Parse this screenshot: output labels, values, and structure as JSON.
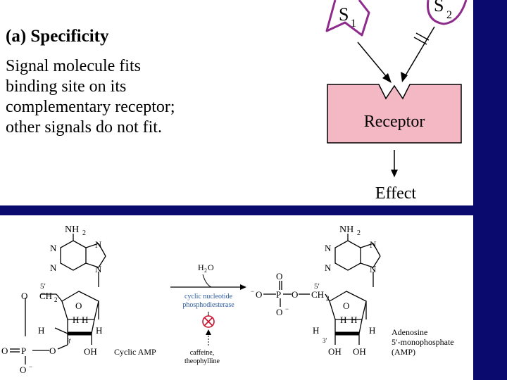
{
  "top": {
    "heading": "(a) Specificity",
    "description": [
      "Signal molecule fits",
      "binding site on its",
      "complementary receptor;",
      "other signals do not fit."
    ],
    "s1_letter": "S",
    "s1_sub": "1",
    "s2_letter": "S",
    "s2_sub": "2",
    "receptor": "Receptor",
    "effect": "Effect",
    "colors": {
      "signal_outline": "#8e2c8c",
      "receptor_fill": "#f4b8c4"
    }
  },
  "bottom": {
    "nh2": "NH",
    "nh2_sub": "2",
    "n": "N",
    "h": "H",
    "o": "O",
    "p": "P",
    "oh": "OH",
    "neg_o": "O",
    "ch2": "CH",
    "ch2_sub": "2",
    "five_prime": "5′",
    "three_prime": "3′",
    "cyclic_amp": "Cyclic AMP",
    "h2o": "H",
    "h2o_sub": "2",
    "h2o_o": "O",
    "enzyme_line1": "cyclic nucleotide",
    "enzyme_line2": "phosphodiesterase",
    "inhibitor_line1": "caffeine,",
    "inhibitor_line2": "theophylline",
    "product_line1": "Adenosine",
    "product_line2": "5′-monophosphate",
    "product_line3": "(AMP)",
    "colors": {
      "enzyme_text": "#2a5aa0",
      "inhibit_symbol": "#c8102e"
    }
  }
}
